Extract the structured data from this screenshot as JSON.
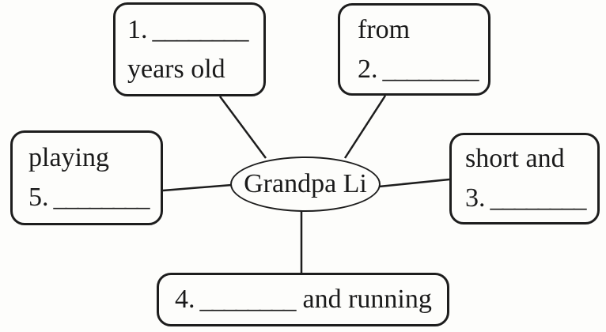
{
  "diagram": {
    "center_label": "Grandpa Li",
    "nodes": {
      "top_left": {
        "num": "1.",
        "blank": "________",
        "line2": "years old"
      },
      "top_right": {
        "line1": "from",
        "num": "2.",
        "blank": "________"
      },
      "right": {
        "line1": "short and",
        "num": "3.",
        "blank": "________"
      },
      "bottom": {
        "num": "4.",
        "blank": "________",
        "suffix": "and running"
      },
      "left": {
        "line1": "playing",
        "num": "5.",
        "blank": "________"
      }
    }
  }
}
